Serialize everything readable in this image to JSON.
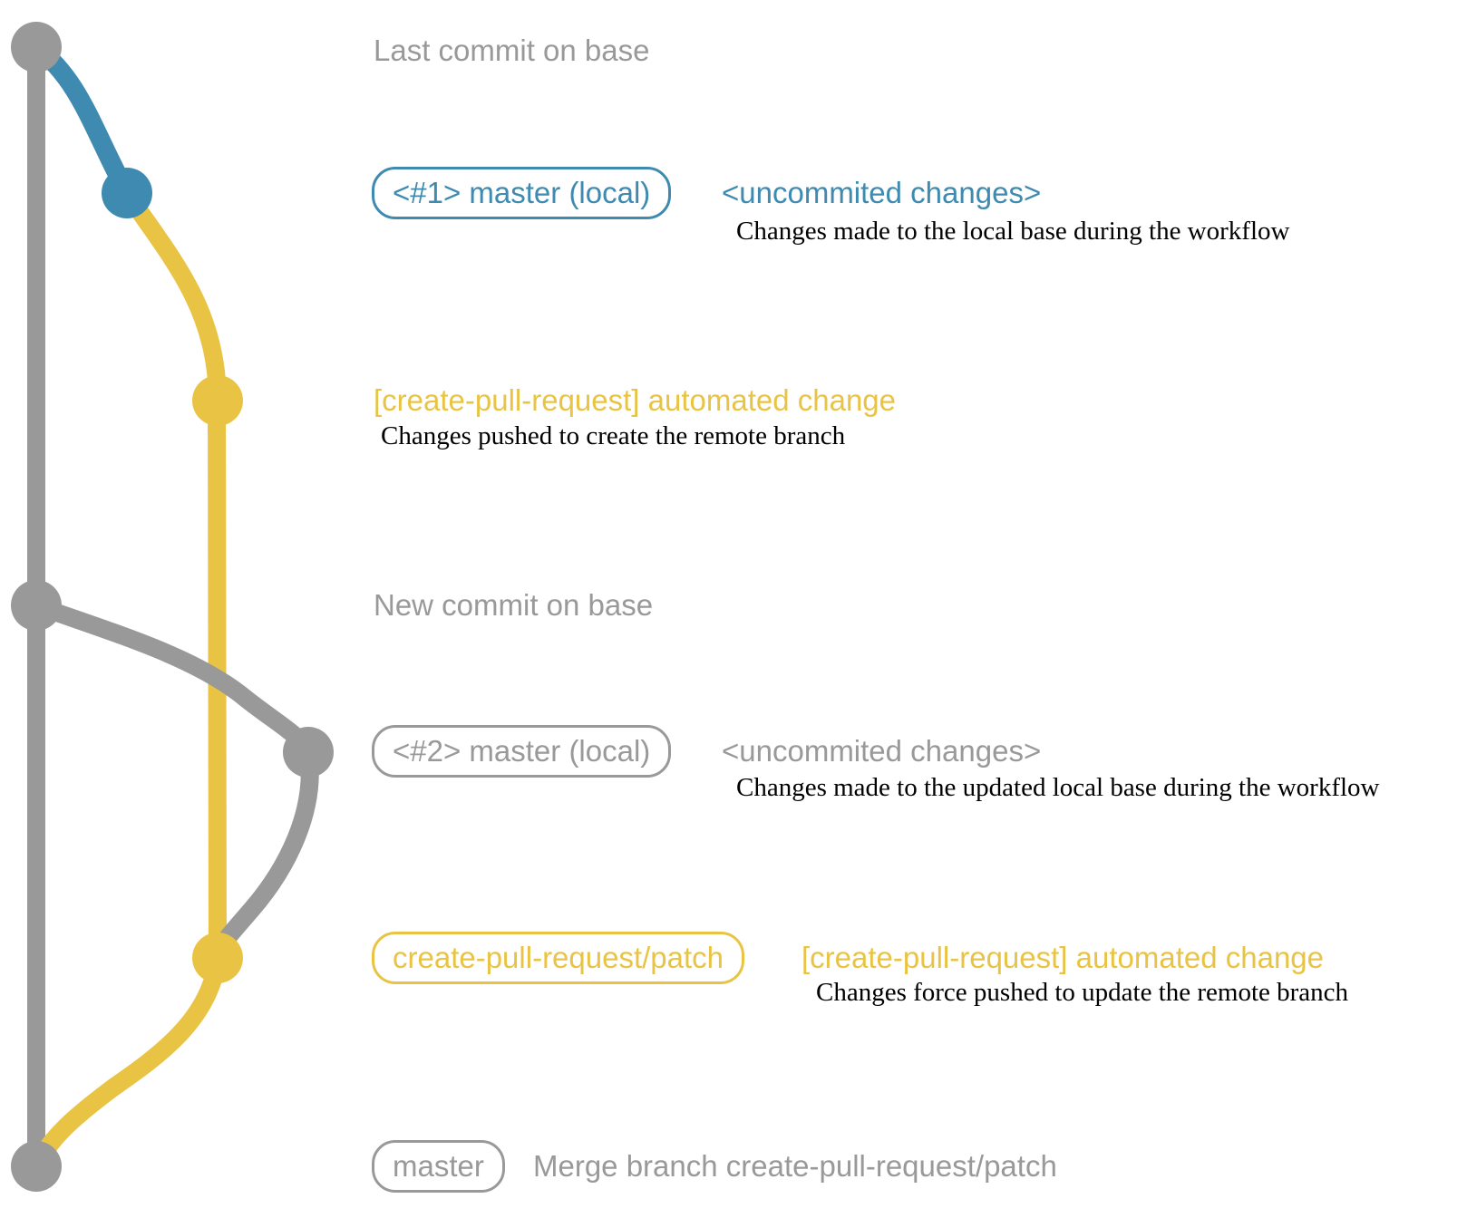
{
  "colors": {
    "gray": "#999999",
    "blue": "#3e8ab0",
    "yellow": "#e9c444",
    "ink": "#000000"
  },
  "rows": {
    "last_commit": {
      "label": "Last commit on base"
    },
    "commit1": {
      "badge": "<#1> master (local)",
      "annotation": "<uncommited changes>",
      "description": "Changes made to the local base during the workflow"
    },
    "push1": {
      "label": "[create-pull-request] automated change",
      "description": "Changes pushed to create the remote branch"
    },
    "new_commit": {
      "label": "New commit on base"
    },
    "commit2": {
      "badge": "<#2> master (local)",
      "annotation": "<uncommited changes>",
      "description": "Changes made to the updated local base during the workflow"
    },
    "push2": {
      "badge": "create-pull-request/patch",
      "label": "[create-pull-request] automated change",
      "description": "Changes force pushed to update the remote branch"
    },
    "merge": {
      "badge": "master",
      "label": "Merge branch create-pull-request/patch"
    }
  }
}
